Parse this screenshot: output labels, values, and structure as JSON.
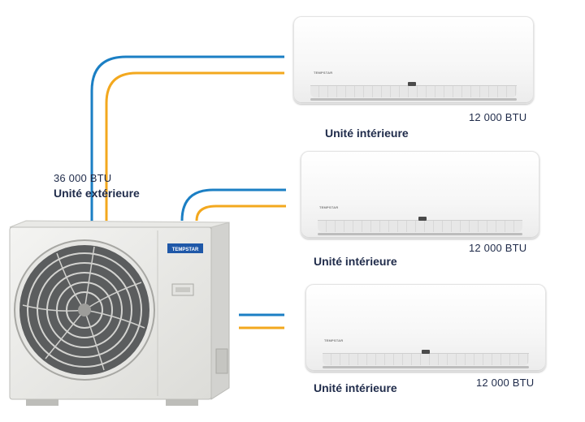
{
  "outdoor": {
    "btu": "36 000 BTU",
    "label": "Unité extérieure",
    "brand": "TEMPSTAR"
  },
  "indoor_units": [
    {
      "btu": "12 000 BTU",
      "label": "Unité intérieure",
      "brand": "TEMPSTAR"
    },
    {
      "btu": "12 000 BTU",
      "label": "Unité intérieure",
      "brand": "TEMPSTAR"
    },
    {
      "btu": "12 000 BTU",
      "label": "Unité intérieure",
      "brand": "TEMPSTAR"
    }
  ],
  "colors": {
    "line_blue": "#1b7fc4",
    "line_orange": "#f3a81e",
    "text_navy": "#1f2b4a"
  }
}
